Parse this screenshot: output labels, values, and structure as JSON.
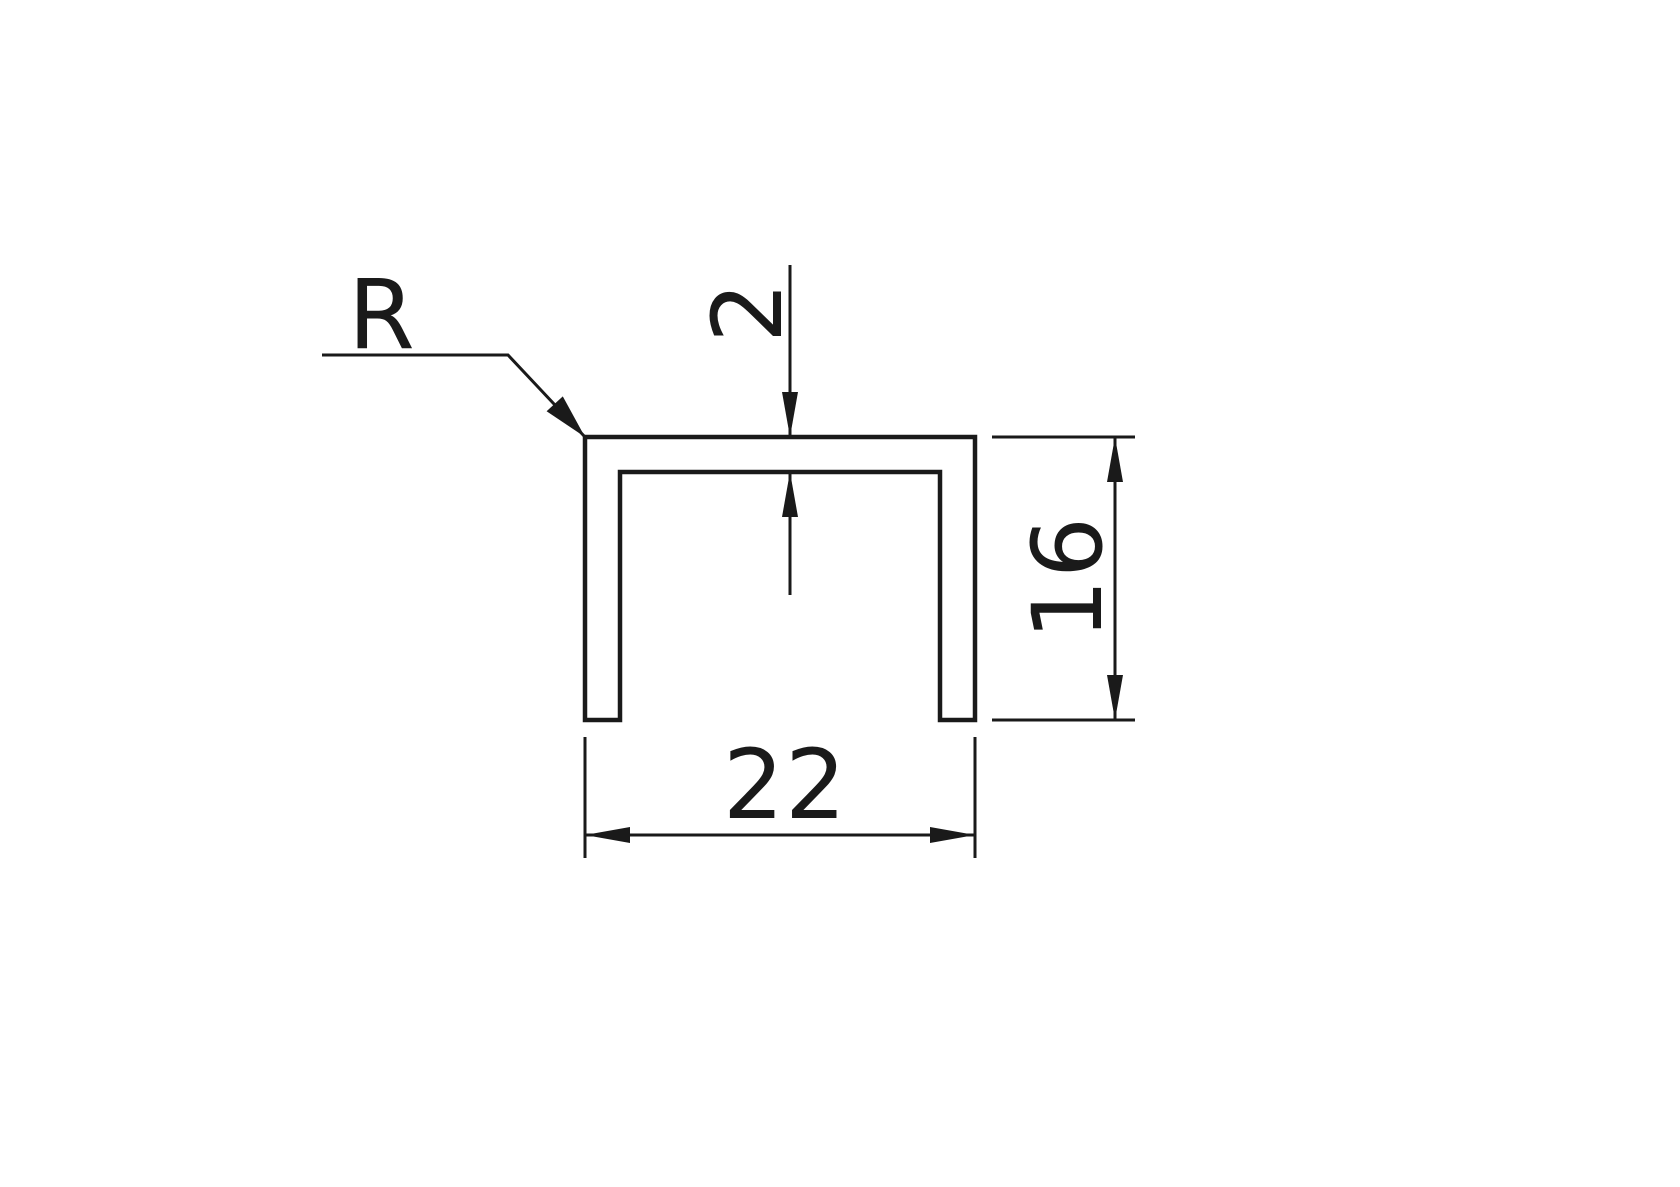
{
  "drawing": {
    "labels": {
      "radius": "R",
      "thickness": "2",
      "height": "16",
      "width": "22"
    },
    "colors": {
      "line": "#1a1a1a",
      "background": "#ffffff"
    }
  }
}
